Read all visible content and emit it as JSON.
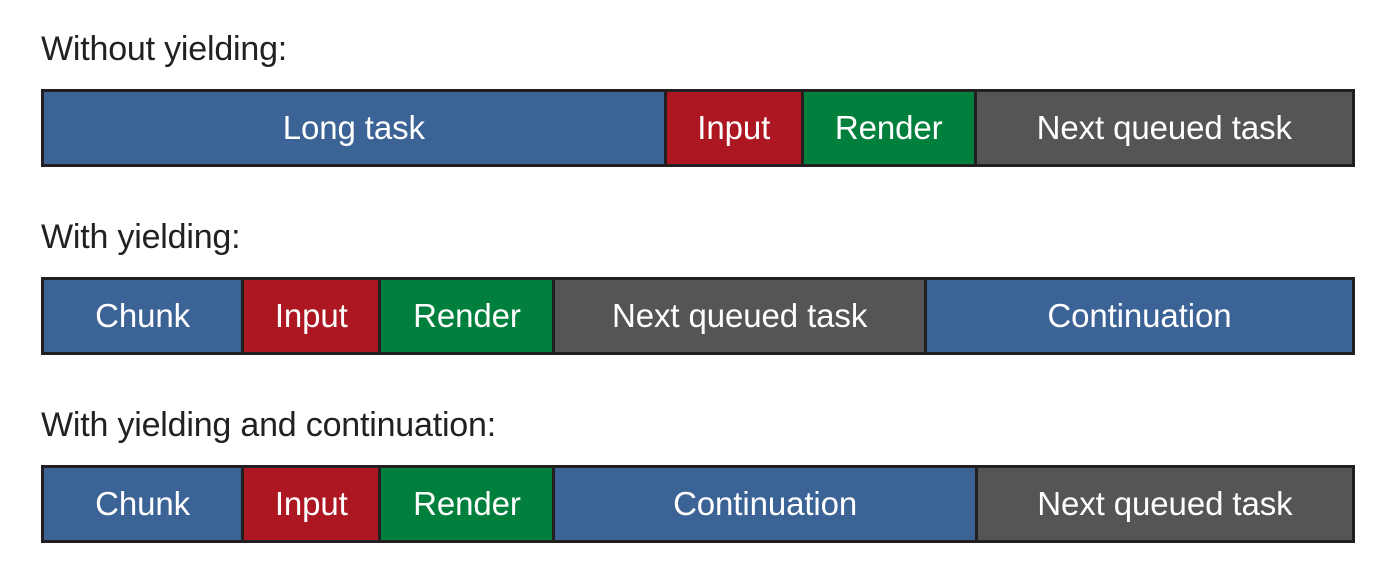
{
  "page": {
    "title": "Task yielding timeline diagram",
    "background": "#ffffff"
  },
  "palette": {
    "task_blue": "#3c6396",
    "input_red": "#ad1722",
    "render_green": "#00803c",
    "queued_gray": "#555555",
    "border": "#231f20",
    "label_text": "#ffffff",
    "heading_text": "#202124"
  },
  "sections": [
    {
      "heading": "Without yielding:",
      "segments": [
        {
          "label": "Long task",
          "color_key": "task_blue",
          "color": "#3c6396",
          "width_pct": 47.6
        },
        {
          "label": "Input",
          "color_key": "input_red",
          "color": "#ad1722",
          "width_pct": 10.5
        },
        {
          "label": "Render",
          "color_key": "render_green",
          "color": "#00803c",
          "width_pct": 13.2
        },
        {
          "label": "Next queued task",
          "color_key": "queued_gray",
          "color": "#555555",
          "width_pct": 28.7
        }
      ]
    },
    {
      "heading": "With yielding:",
      "segments": [
        {
          "label": "Chunk",
          "color_key": "task_blue",
          "color": "#3c6396",
          "width_pct": 15.3
        },
        {
          "label": "Input",
          "color_key": "input_red",
          "color": "#ad1722",
          "width_pct": 10.5
        },
        {
          "label": "Render",
          "color_key": "render_green",
          "color": "#00803c",
          "width_pct": 13.3
        },
        {
          "label": "Next queued task",
          "color_key": "queued_gray",
          "color": "#555555",
          "width_pct": 28.4
        },
        {
          "label": "Continuation",
          "color_key": "task_blue",
          "color": "#3c6396",
          "width_pct": 32.5
        }
      ]
    },
    {
      "heading": "With yielding and continuation:",
      "segments": [
        {
          "label": "Chunk",
          "color_key": "task_blue",
          "color": "#3c6396",
          "width_pct": 15.3
        },
        {
          "label": "Input",
          "color_key": "input_red",
          "color": "#ad1722",
          "width_pct": 10.5
        },
        {
          "label": "Render",
          "color_key": "render_green",
          "color": "#00803c",
          "width_pct": 13.3
        },
        {
          "label": "Continuation",
          "color_key": "task_blue",
          "color": "#3c6396",
          "width_pct": 32.3
        },
        {
          "label": "Next queued task",
          "color_key": "queued_gray",
          "color": "#555555",
          "width_pct": 28.6
        }
      ]
    }
  ]
}
